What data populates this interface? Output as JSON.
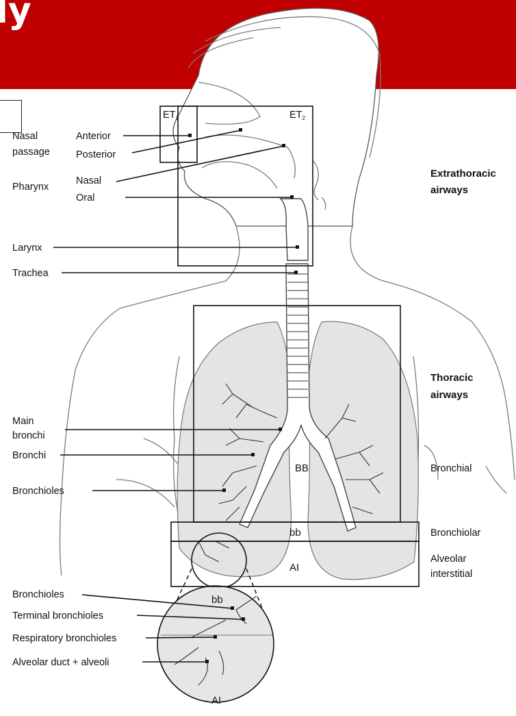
{
  "banner": {
    "title_fragment": "ly",
    "color": "#c00000"
  },
  "regions": {
    "extrathoracic": [
      "Extrathoracic",
      "airways"
    ],
    "thoracic": [
      "Thoracic",
      "airways"
    ],
    "bronchial": "Bronchial",
    "bronchiolar": "Bronchiolar",
    "alveolar_interstitial": [
      "Alveolar",
      "interstitial"
    ]
  },
  "left_labels": {
    "nasal_passage": [
      "Nasal",
      "passage"
    ],
    "pharynx": "Pharynx",
    "larynx": "Larynx",
    "trachea": "Trachea",
    "main_bronchi": [
      "Main",
      "bronchi"
    ],
    "bronchi": "Bronchi",
    "bronchioles": "Bronchioles"
  },
  "sub_labels": {
    "anterior": "Anterior",
    "posterior": "Posterior",
    "nasal": "Nasal",
    "oral": "Oral"
  },
  "compartments": {
    "et1": {
      "main": "ET",
      "sub": "1"
    },
    "et2": {
      "main": "ET",
      "sub": "2"
    },
    "bb_upper": "BB",
    "bb_lower": "bb",
    "ai": "AI",
    "bb_circle": "bb",
    "ai_circle": "AI"
  },
  "detail_labels": {
    "bronchioles": "Bronchioles",
    "terminal": "Terminal bronchioles",
    "respiratory": "Respiratory bronchioles",
    "alveolar_duct": "Alveolar duct + alveoli"
  }
}
